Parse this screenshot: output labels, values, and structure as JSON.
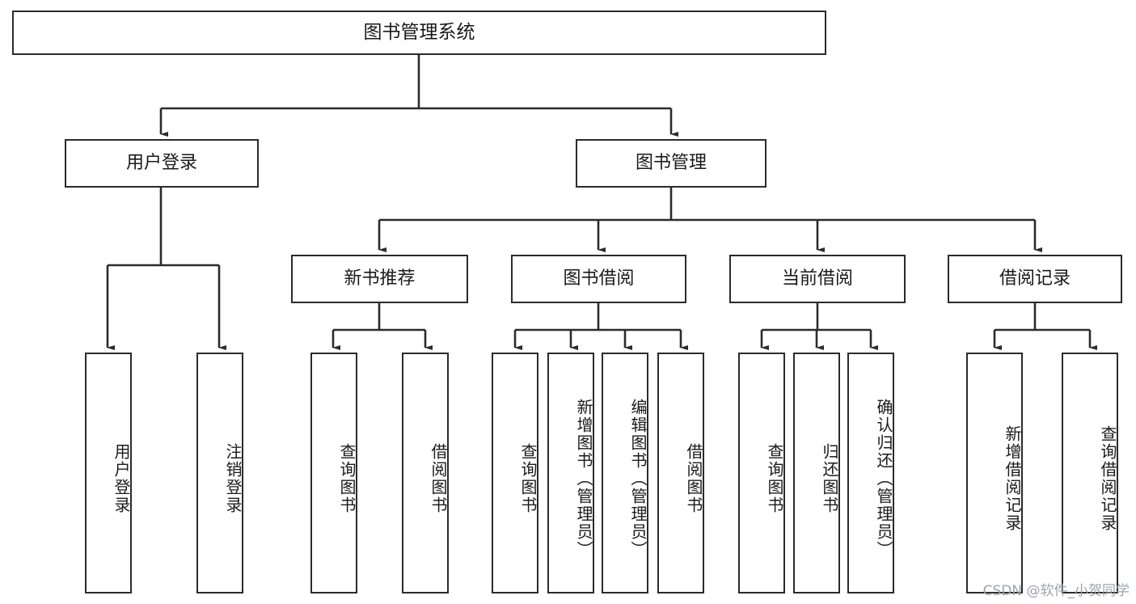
{
  "diagram": {
    "type": "tree",
    "title": "图书管理系统",
    "watermark": "CSDN @软件_小贺同学",
    "colors": {
      "box_border": "#2b2b2b",
      "box_fill": "#ffffff",
      "connector": "#2b2b2b",
      "text": "#1a1a1a",
      "watermark": "#9aa0a6",
      "background": "#ffffff"
    },
    "root": {
      "label": "图书管理系统"
    },
    "level2": [
      {
        "label": "用户登录"
      },
      {
        "label": "图书管理"
      }
    ],
    "level3": [
      {
        "label": "新书推荐"
      },
      {
        "label": "图书借阅"
      },
      {
        "label": "当前借阅"
      },
      {
        "label": "借阅记录"
      }
    ],
    "leaves": {
      "user_login": [
        {
          "label": "用户登录"
        },
        {
          "label": "注销登录"
        }
      ],
      "new_book_recommend": [
        {
          "label": "查询图书"
        },
        {
          "label": "借阅图书"
        }
      ],
      "book_borrow": [
        {
          "label": "查询图书"
        },
        {
          "label": "新增图书（管理员）"
        },
        {
          "label": "编辑图书（管理员）"
        },
        {
          "label": "借阅图书"
        }
      ],
      "current_borrow": [
        {
          "label": "查询图书"
        },
        {
          "label": "归还图书"
        },
        {
          "label": "确认归还（管理员）"
        }
      ],
      "borrow_record": [
        {
          "label": "新增借阅记录"
        },
        {
          "label": "查询借阅记录"
        }
      ]
    }
  }
}
